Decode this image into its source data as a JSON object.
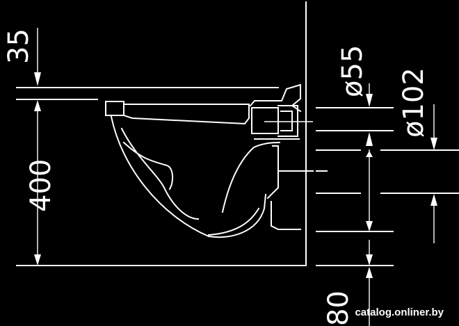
{
  "dimensions": {
    "top_offset": "35",
    "height": "400",
    "pipe_inner_diameter": "ø55",
    "pipe_outer_diameter": "ø102",
    "floor_offset": "80"
  },
  "watermark": "catalog.onliner.by",
  "colors": {
    "background": "#000000",
    "line": "#ffffff"
  }
}
